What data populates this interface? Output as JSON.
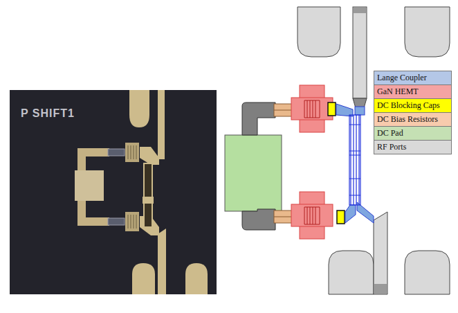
{
  "diagram": {
    "labels": [
      "P SHIFT1"
    ],
    "legend": [
      {
        "text": "Lange Coupler",
        "color": "#b4c7e7"
      },
      {
        "text": "GaN HEMT",
        "color": "#f4a3a3"
      },
      {
        "text": "DC Blocking Caps",
        "color": "#ffff00"
      },
      {
        "text": "DC Bias Resistors",
        "color": "#f8cbad"
      },
      {
        "text": "DC Pad",
        "color": "#c5e0b4"
      },
      {
        "text": "RF Ports",
        "color": "#d9d9d9"
      }
    ]
  }
}
